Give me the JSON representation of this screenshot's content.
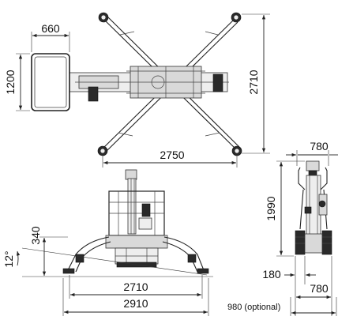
{
  "dimensions": {
    "top_basket_width": "660",
    "top_basket_depth": "1200",
    "top_overall_height": "2710",
    "top_outrigger_span": "2750",
    "side_width": "780",
    "side_height": "1990",
    "side_track": "180",
    "side_base_width": "780",
    "side_optional": "980 (optional)",
    "front_height_offset": "340",
    "front_angle": "12°",
    "front_outrigger_inner": "2710",
    "front_outrigger_outer": "2910"
  }
}
